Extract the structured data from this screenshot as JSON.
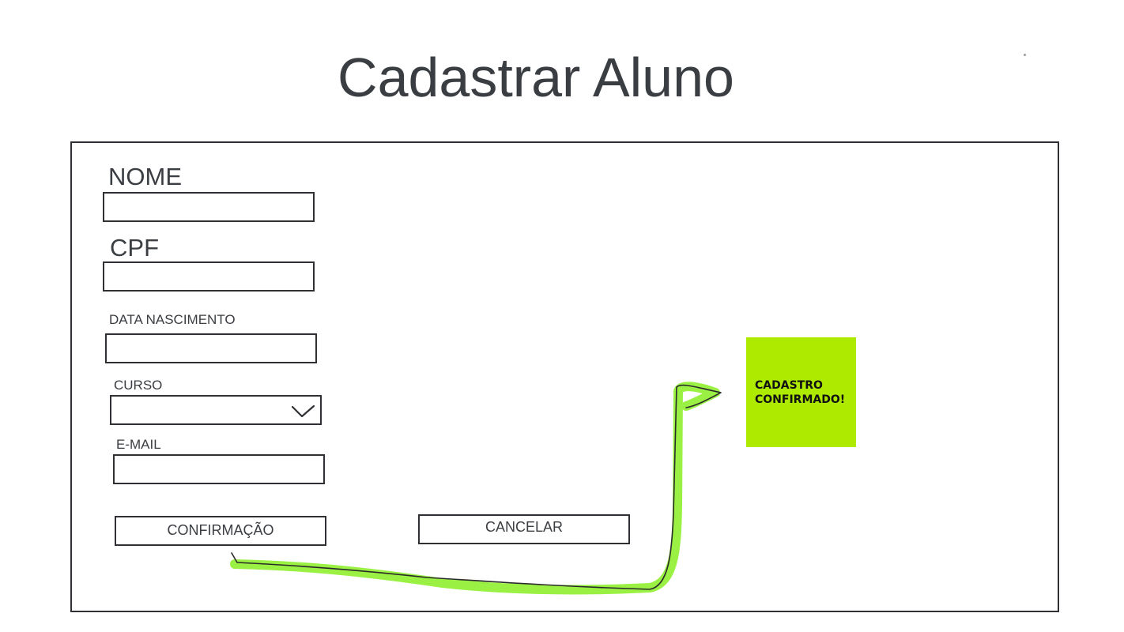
{
  "page": {
    "title": "Cadastrar Aluno"
  },
  "form": {
    "nome": {
      "label": "NOME",
      "value": ""
    },
    "cpf": {
      "label": "CPF",
      "value": ""
    },
    "data_nascimento": {
      "label": "DATA NASCIMENTO",
      "value": ""
    },
    "curso": {
      "label": "CURSO",
      "selected": ""
    },
    "email": {
      "label": "E-MAIL",
      "value": ""
    }
  },
  "buttons": {
    "confirm_label": "CONFIRMAÇÃO",
    "cancel_label": "CANCELAR"
  },
  "confirmation": {
    "line1": "CADASTRO",
    "line2": "CONFIRMADO!",
    "color": "#aeea00"
  },
  "annotation": {
    "arrow_color": "#88ee22",
    "arrow_line_color": "#2b2b2b"
  },
  "icons": {
    "dropdown": "chevron-down-icon",
    "flow": "arrow-icon"
  }
}
